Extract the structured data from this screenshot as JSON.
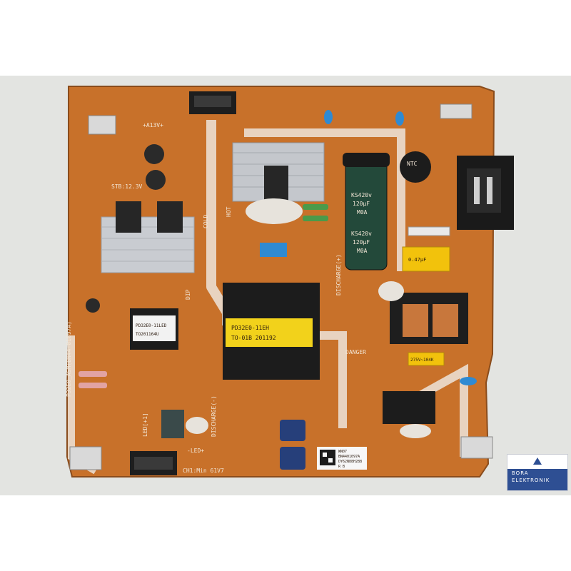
{
  "board": {
    "model_text": "P32E0_ASM(BN44-01097A)",
    "dip_label": "DIP",
    "cold_label": "COLD",
    "hot_label": "HOT",
    "danger_label": "DANGER",
    "discharge_label_1": "DISCHARGE(+)",
    "discharge_label_2": "DISCHARGE(-)",
    "ch1_label": "CH1:Min 61V7",
    "led_plus": "-LED+",
    "led_label": "LED[+1]",
    "stb_label": "STB:12.3V",
    "a13v_label": "+A13V+",
    "transformer_small": "PD32E0-11LED",
    "transformer_small_code": "TO201164U",
    "transformer_main": "PD32E0-11EH",
    "transformer_main_code": "TO-01B 201192",
    "cap_main_top": "KS420v",
    "cap_main_rating": "120µF",
    "cap_main_code": "M0A",
    "cap_main_bottom": "KS420v",
    "cap_main_rating_2": "120µF",
    "cap_main_code_2": "M0A",
    "cap_x2_1": "0.47µF",
    "cap_x2_2": "275V~104K",
    "thermistor": "NTC",
    "sticker_line1": "WN07",
    "sticker_line2": "BN4401097A",
    "sticker_line3": "DY62N88H288",
    "sticker_line4": "R B"
  },
  "logo": {
    "line1": "BORA",
    "line2": "ELEKTRONIK",
    "color": "#2e4f93"
  },
  "colors": {
    "pcb": "#c8712a",
    "silkscreen": "#f1e2cd",
    "heatsink": "#c9ccd1",
    "transformer_label": "#f2d21b"
  }
}
